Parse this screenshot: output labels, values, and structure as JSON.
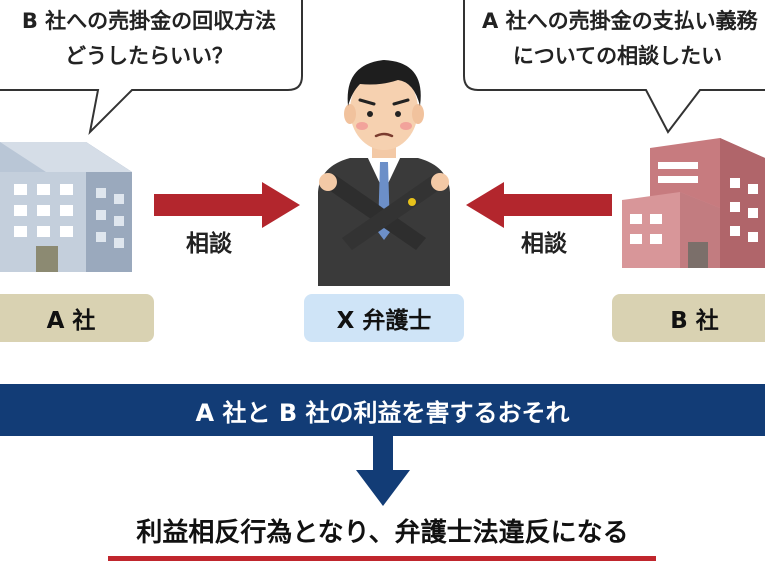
{
  "bubble_left": {
    "line1": "B 社への売掛金の回収方法",
    "line2": "どうしたらいい？"
  },
  "bubble_right": {
    "line1": "A 社への売掛金の支払い義務",
    "line2": "についての相談したい"
  },
  "company_a": {
    "label": "A 社"
  },
  "company_b": {
    "label": "B 社"
  },
  "lawyer": {
    "label": "X 弁護士"
  },
  "arrow_left": {
    "label": "相談"
  },
  "arrow_right": {
    "label": "相談"
  },
  "conflict_banner": {
    "text": "A 社と B 社の利益を害するおそれ"
  },
  "conclusion": {
    "text": "利益相反行為となり、弁護士法違反になる"
  },
  "colors": {
    "band": "#123c76",
    "arrow_red": "#b3262d",
    "underline": "#c0262d",
    "company_label_bg": "#d9d2b2",
    "lawyer_label_bg": "#cfe4f7"
  }
}
